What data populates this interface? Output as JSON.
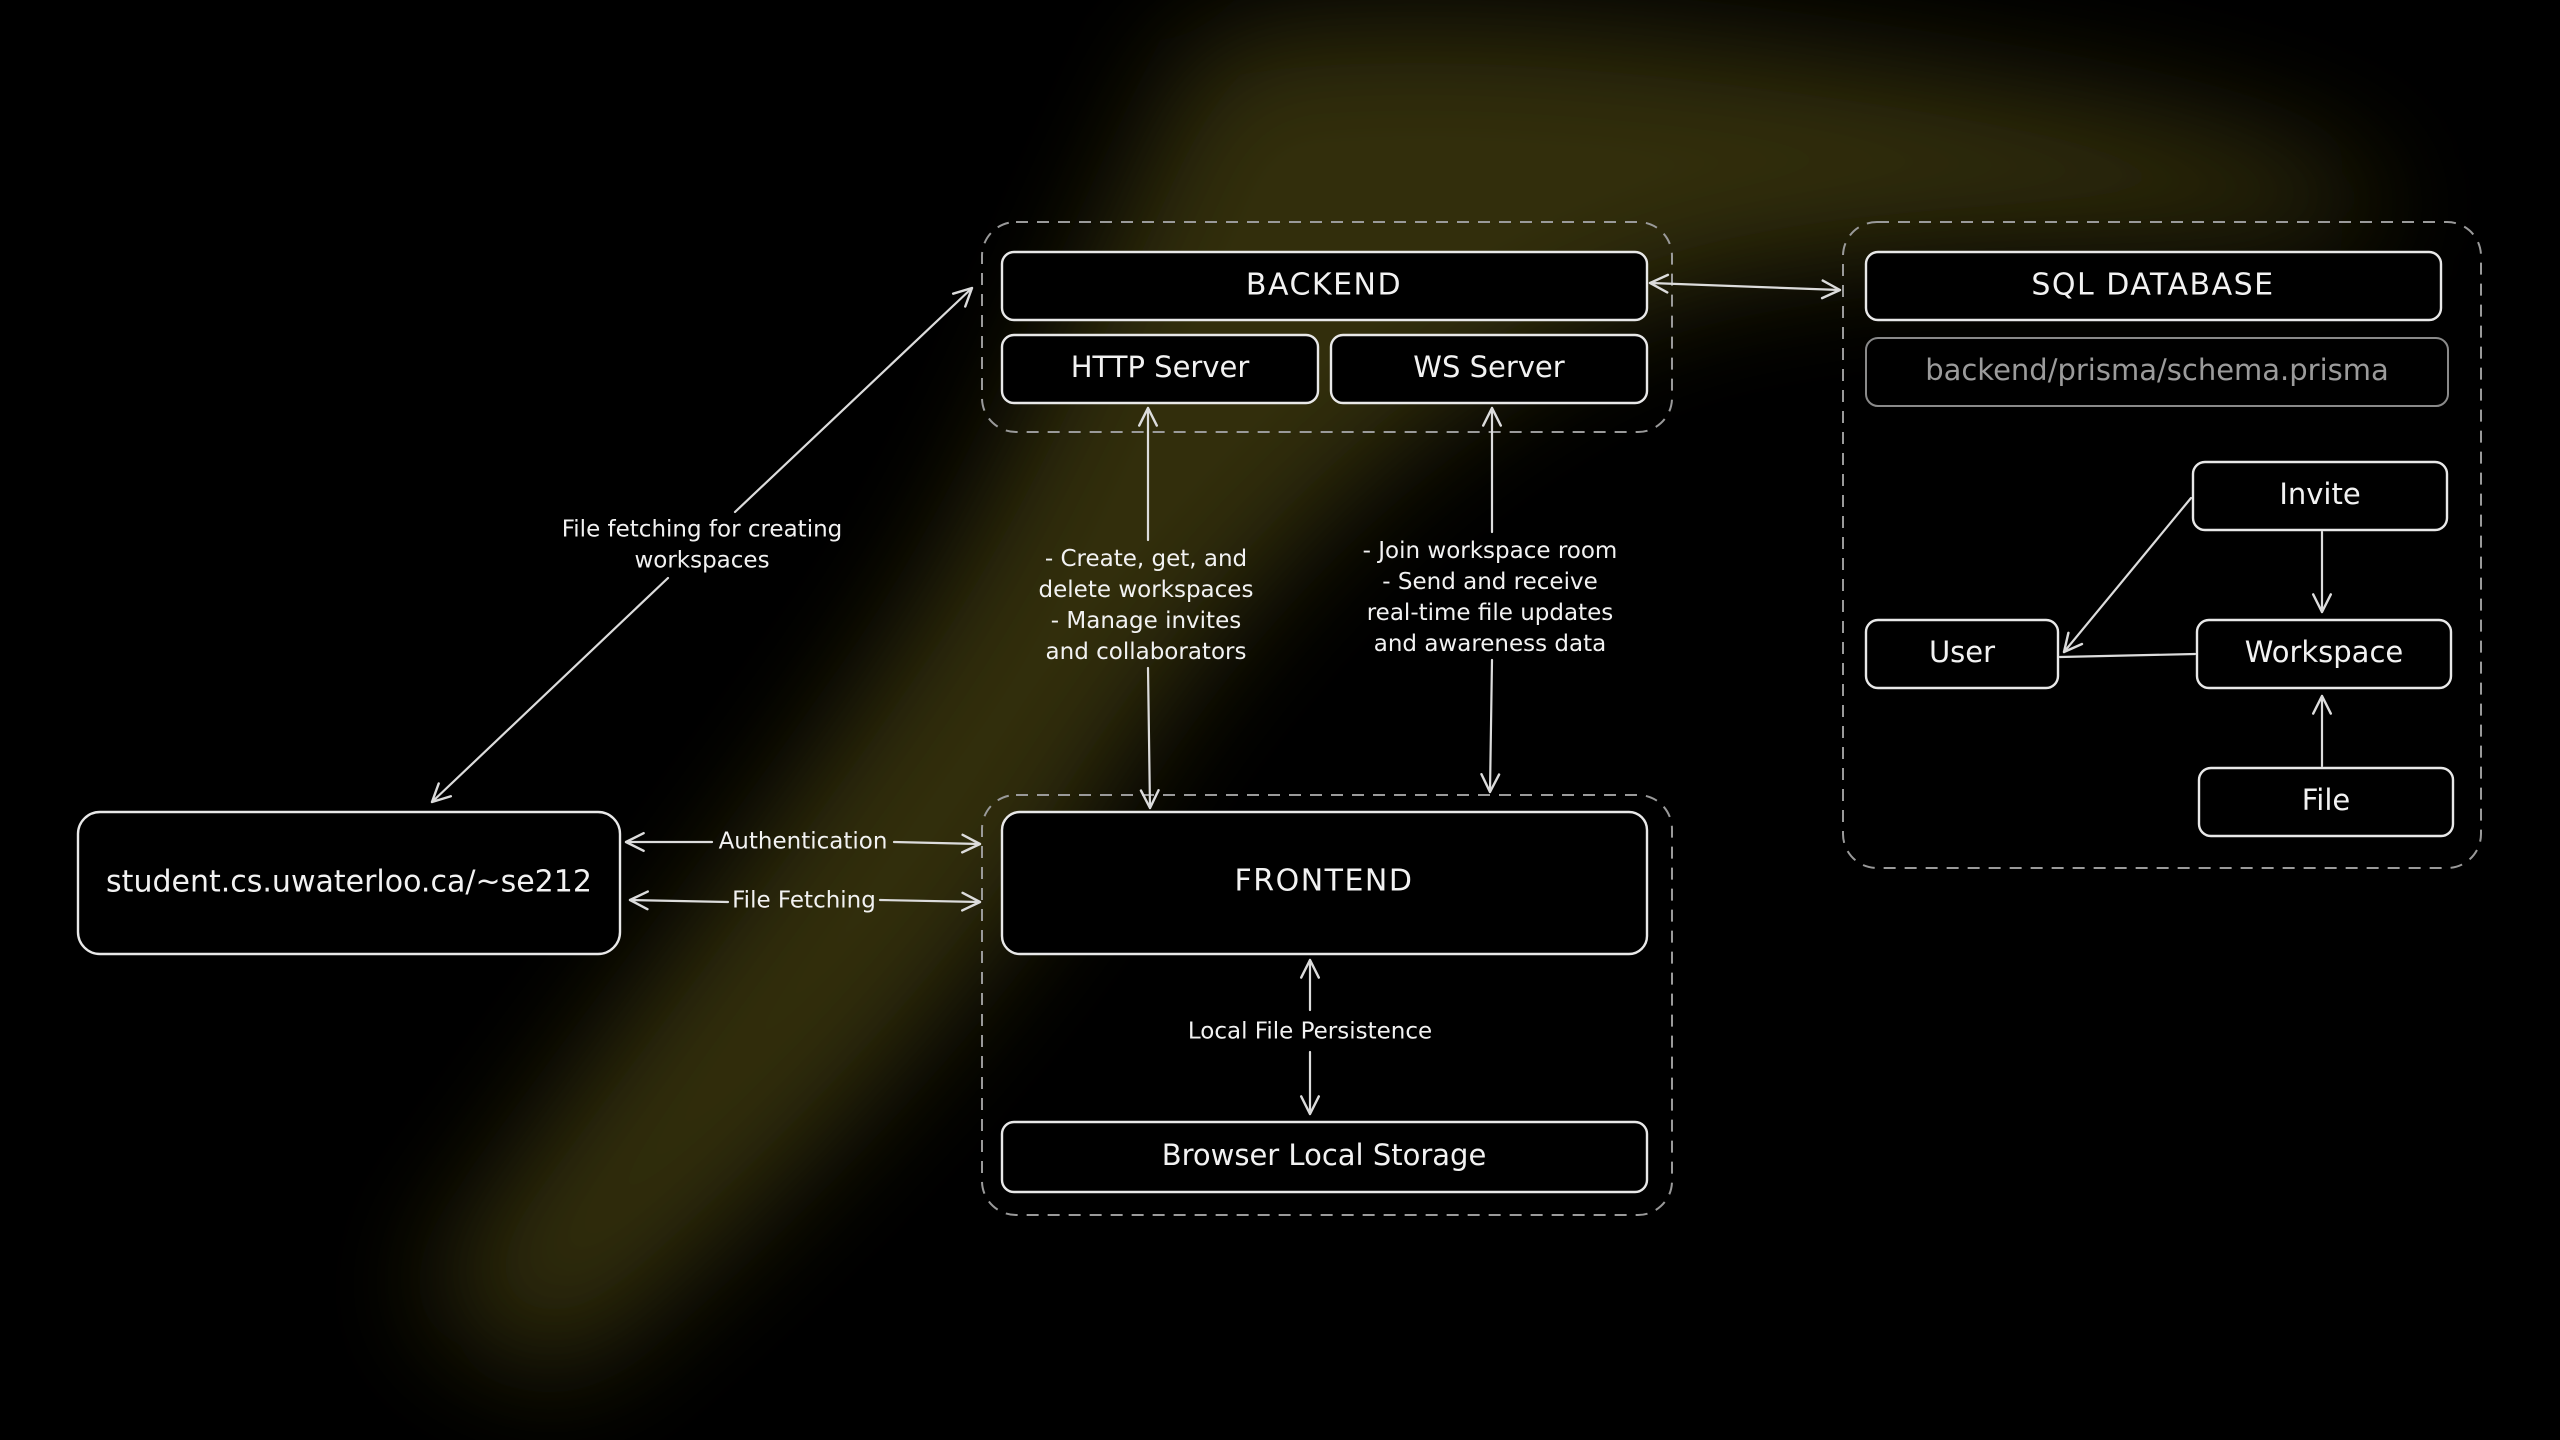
{
  "diagram": {
    "backend": {
      "title": "BACKEND",
      "http_server": "HTTP Server",
      "ws_server": "WS Server"
    },
    "database": {
      "title": "SQL DATABASE",
      "schema_path": "backend/prisma/schema.prisma",
      "entities": {
        "invite": "Invite",
        "user": "User",
        "workspace": "Workspace",
        "file": "File"
      }
    },
    "frontend": {
      "title": "FRONTEND",
      "storage": "Browser Local Storage",
      "persistence_label": "Local File Persistence"
    },
    "external": {
      "site": "student.cs.uwaterloo.ca/~se212",
      "auth_label": "Authentication",
      "fetch_label": "File Fetching",
      "workspace_fetch_label": [
        "File fetching for creating",
        "workspaces"
      ]
    },
    "http_notes": [
      "- Create, get, and",
      "delete workspaces",
      "- Manage invites",
      "and collaborators"
    ],
    "ws_notes": [
      "- Join workspace room",
      "- Send and receive",
      "real-time file updates",
      "and awareness data"
    ],
    "colors": {
      "background": "#000000",
      "stroke": "#e8e8e8",
      "dashed": "#9a9a9a",
      "glow": "#6b6214"
    }
  }
}
